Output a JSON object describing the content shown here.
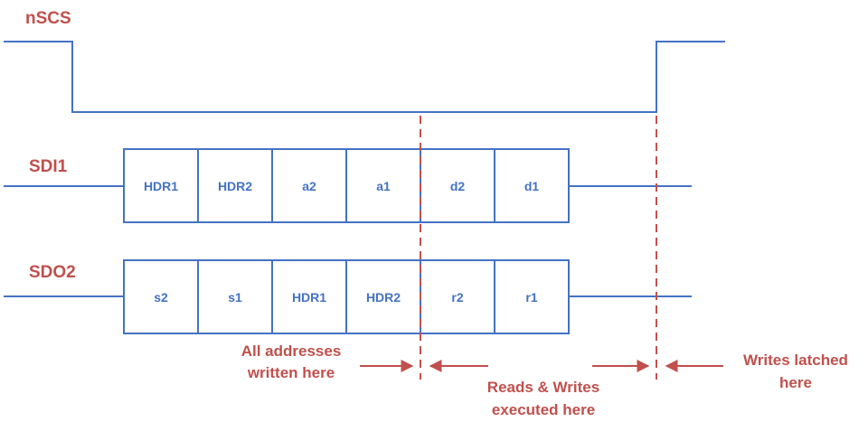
{
  "signals": {
    "nscs": "nSCS",
    "sdi1": "SDI1",
    "sdo2": "SDO2"
  },
  "sdi1_cells": [
    "HDR1",
    "HDR2",
    "a2",
    "a1",
    "d2",
    "d1"
  ],
  "sdo2_cells": [
    "s2",
    "s1",
    "HDR1",
    "HDR2",
    "r2",
    "r1"
  ],
  "annotations": {
    "addresses": [
      "All addresses",
      "written here"
    ],
    "reads_writes": [
      "Reads & Writes",
      "executed here"
    ],
    "latched": [
      "Writes latched",
      "here"
    ]
  },
  "colors": {
    "signal_line": "#4472c4",
    "label": "#c0504d"
  }
}
